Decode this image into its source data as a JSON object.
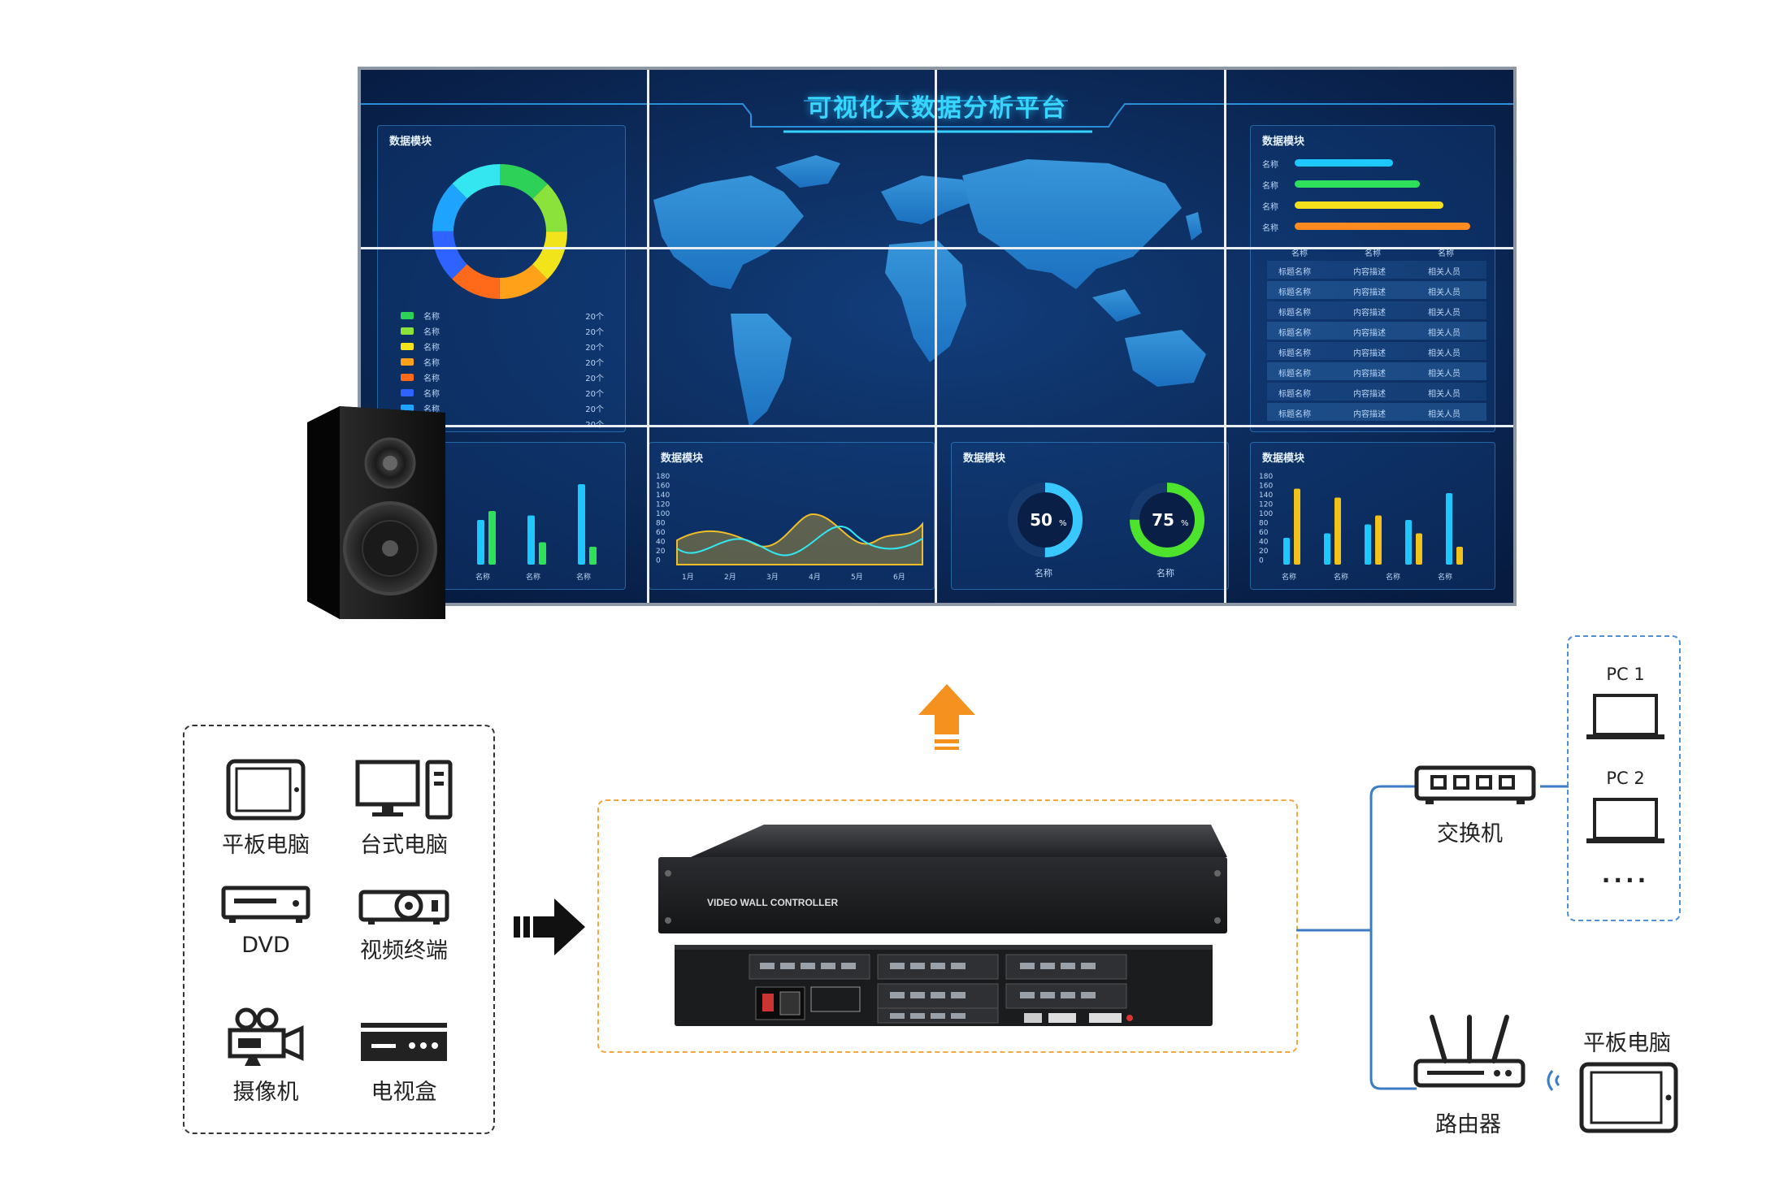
{
  "wall": {
    "title": "可视化大数据分析平台",
    "module_title": "数据模块",
    "legend": [
      {
        "name": "名称",
        "value": "20个",
        "color": "#2ed158"
      },
      {
        "name": "名称",
        "value": "20个",
        "color": "#8be23b"
      },
      {
        "name": "名称",
        "value": "20个",
        "color": "#f2e41a"
      },
      {
        "name": "名称",
        "value": "20个",
        "color": "#ffa21a"
      },
      {
        "name": "名称",
        "value": "20个",
        "color": "#ff6a1a"
      },
      {
        "name": "名称",
        "value": "20个",
        "color": "#2f63ff"
      },
      {
        "name": "名称",
        "value": "20个",
        "color": "#1ea4ff"
      },
      {
        "name": "名称",
        "value": "20个",
        "color": "#33e6f0"
      }
    ],
    "hbars": [
      {
        "name": "名称",
        "value": 0.55,
        "color": "#1ec8ff"
      },
      {
        "name": "名称",
        "value": 0.7,
        "color": "#2ee05a"
      },
      {
        "name": "名称",
        "value": 0.83,
        "color": "#f4e11c"
      },
      {
        "name": "名称",
        "value": 0.98,
        "color": "#ff8a1f"
      }
    ],
    "table": {
      "headers": [
        "名称",
        "名称",
        "名称"
      ],
      "rows": [
        [
          "标题名称",
          "内容描述",
          "相关人员"
        ],
        [
          "标题名称",
          "内容描述",
          "相关人员"
        ],
        [
          "标题名称",
          "内容描述",
          "相关人员"
        ],
        [
          "标题名称",
          "内容描述",
          "相关人员"
        ],
        [
          "标题名称",
          "内容描述",
          "相关人员"
        ],
        [
          "标题名称",
          "内容描述",
          "相关人员"
        ],
        [
          "标题名称",
          "内容描述",
          "相关人员"
        ],
        [
          "标题名称",
          "内容描述",
          "相关人员"
        ]
      ]
    },
    "gauges": [
      {
        "value": 50,
        "label": "50",
        "unit": "%",
        "name": "名称",
        "color": "#38c8ff"
      },
      {
        "value": 75,
        "label": "75",
        "unit": "%",
        "name": "名称",
        "color": "#4ee32c"
      }
    ],
    "bar_left": {
      "categories": [
        "名称",
        "名称",
        "名称",
        "名称"
      ]
    },
    "bar_right": {
      "categories": [
        "名称",
        "名称",
        "名称",
        "名称"
      ]
    },
    "line": {
      "months": [
        "1月",
        "2月",
        "3月",
        "4月",
        "5月",
        "6月"
      ]
    },
    "y_ticks": [
      "180",
      "160",
      "140",
      "120",
      "100",
      "80",
      "60",
      "40",
      "20",
      "0"
    ]
  },
  "sources": {
    "tablet": "平板电脑",
    "desktop": "台式电脑",
    "dvd": "DVD",
    "video_terminal": "视频终端",
    "camera": "摄像机",
    "tv_box": "电视盒"
  },
  "controller": {
    "front_label": "VIDEO WALL CONTROLLER"
  },
  "network": {
    "switch": "交换机",
    "router": "路由器",
    "pc1": "PC 1",
    "pc2": "PC 2",
    "more": "....",
    "tablet": "平板电脑"
  },
  "colors": {
    "up_arrow": "#f5911e",
    "controller_box": "#f5a742",
    "network_line": "#3b7cc4"
  }
}
